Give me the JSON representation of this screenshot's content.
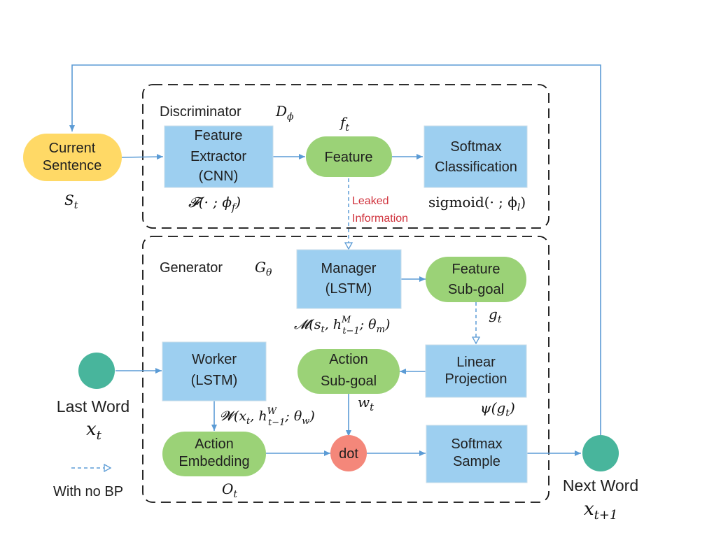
{
  "groups": {
    "discriminator": {
      "title": "Discriminator",
      "symbol": "D",
      "symbol_sub": "ϕ"
    },
    "generator": {
      "title": "Generator",
      "symbol": "G",
      "symbol_sub": "θ"
    }
  },
  "nodes": {
    "current_sentence": {
      "line1": "Current",
      "line2": "Sentence",
      "caption": "S",
      "caption_sub": "t"
    },
    "feature_extractor": {
      "line1": "Feature",
      "line2": "Extractor",
      "line3": "(CNN)",
      "caption": "𝓕(· ; ϕ",
      "caption_sub": "f",
      "caption_end": ")"
    },
    "feature": {
      "label": "Feature",
      "caption": "f",
      "caption_sub": "t"
    },
    "softmax_classification": {
      "line1": "Softmax",
      "line2": "Classification",
      "caption": "sigmoid(· ; ϕ",
      "caption_sub": "l",
      "caption_end": ")"
    },
    "manager": {
      "line1": "Manager",
      "line2": "(LSTM)",
      "caption": "𝓜(s",
      "caption_sub": "t",
      "caption_mid": ", h",
      "caption_sup": "M",
      "caption_sub2": "t−1",
      "caption_end": "; θ",
      "caption_sub3": "m",
      "caption_close": ")"
    },
    "feature_subgoal": {
      "line1": "Feature",
      "line2": "Sub-goal",
      "caption": "g",
      "caption_sub": "t"
    },
    "linear_projection": {
      "line1": "Linear",
      "line2": "Projection",
      "caption": "ψ(g",
      "caption_sub": "t",
      "caption_end": ")"
    },
    "action_subgoal": {
      "line1": "Action",
      "line2": "Sub-goal",
      "caption": "w",
      "caption_sub": "t"
    },
    "worker": {
      "line1": "Worker",
      "line2": "(LSTM)",
      "caption": "𝓦(x",
      "caption_sub": "t",
      "caption_mid": ", h",
      "caption_sup": "W",
      "caption_sub2": "t−1",
      "caption_end": "; θ",
      "caption_sub3": "w",
      "caption_close": ")"
    },
    "action_embedding": {
      "line1": "Action",
      "line2": "Embedding",
      "caption": "O",
      "caption_sub": "t"
    },
    "dot": {
      "label": "dot"
    },
    "softmax_sample": {
      "line1": "Softmax",
      "line2": "Sample"
    },
    "last_word": {
      "label": "Last Word",
      "symbol": "x",
      "symbol_sub": "t"
    },
    "next_word": {
      "label": "Next Word",
      "symbol": "x",
      "symbol_sub": "t+1"
    }
  },
  "leaked": {
    "line1": "Leaked",
    "line2": "Information"
  },
  "legend": {
    "label": "With no BP"
  },
  "colors": {
    "arrow": "#5b9bd5",
    "blue_box": "#9dcff0",
    "green_pill": "#9bd277",
    "yellow_pill": "#ffd966",
    "teal_circle": "#48b59c",
    "dot_circle": "#f4877a",
    "leak_text": "#d0323c"
  }
}
